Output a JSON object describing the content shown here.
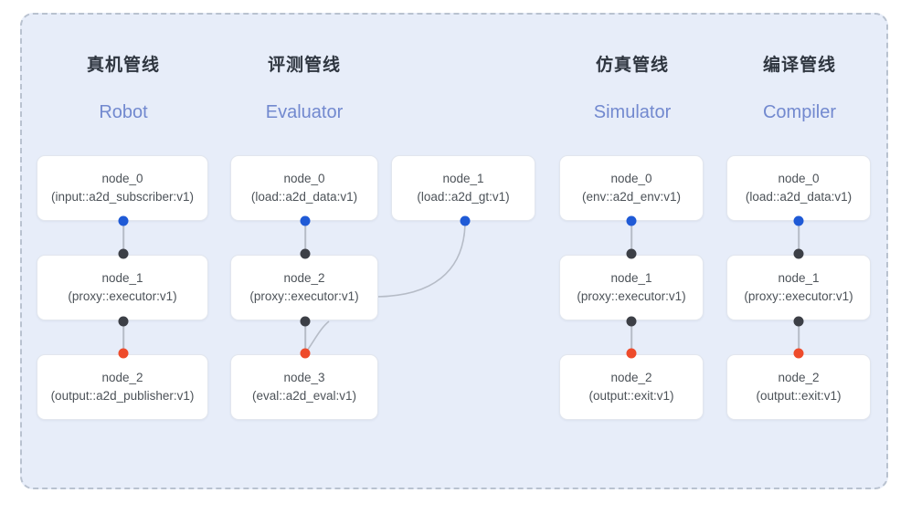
{
  "frame": {
    "background_color": "#e7edf9",
    "border_color": "#b9c2d0",
    "border_style": "dashed"
  },
  "palette": {
    "header_cn_color": "#2f3640",
    "header_en_color": "#7289cf",
    "node_text_color": "#4c5258",
    "node_bg": "#ffffff",
    "node_border": "#e2e6ee",
    "port_in": "#1f5ad6",
    "port_mid": "#3c3f46",
    "port_out": "#ee4b2b",
    "edge_color": "#b6bcc7"
  },
  "columns": [
    {
      "id": "robot",
      "header_cn": "真机管线",
      "header_en": "Robot",
      "nodes": [
        {
          "id": "robot-node-0",
          "title": "node_0",
          "sub": "(input::a2d_subscriber:v1)"
        },
        {
          "id": "robot-node-1",
          "title": "node_1",
          "sub": "(proxy::executor:v1)"
        },
        {
          "id": "robot-node-2",
          "title": "node_2",
          "sub": "(output::a2d_publisher:v1)"
        }
      ]
    },
    {
      "id": "evaluator",
      "header_cn": "评测管线",
      "header_en": "Evaluator",
      "nodes": [
        {
          "id": "eval-node-0",
          "title": "node_0",
          "sub": "(load::a2d_data:v1)"
        },
        {
          "id": "eval-node-1",
          "title": "node_1",
          "sub": "(load::a2d_gt:v1)"
        },
        {
          "id": "eval-node-2",
          "title": "node_2",
          "sub": "(proxy::executor:v1)"
        },
        {
          "id": "eval-node-3",
          "title": "node_3",
          "sub": "(eval::a2d_eval:v1)"
        }
      ]
    },
    {
      "id": "simulator",
      "header_cn": "仿真管线",
      "header_en": "Simulator",
      "nodes": [
        {
          "id": "sim-node-0",
          "title": "node_0",
          "sub": "(env::a2d_env:v1)"
        },
        {
          "id": "sim-node-1",
          "title": "node_1",
          "sub": "(proxy::executor:v1)"
        },
        {
          "id": "sim-node-2",
          "title": "node_2",
          "sub": "(output::exit:v1)"
        }
      ]
    },
    {
      "id": "compiler",
      "header_cn": "编译管线",
      "header_en": "Compiler",
      "nodes": [
        {
          "id": "comp-node-0",
          "title": "node_0",
          "sub": "(load::a2d_data:v1)"
        },
        {
          "id": "comp-node-1",
          "title": "node_1",
          "sub": "(proxy::executor:v1)"
        },
        {
          "id": "comp-node-2",
          "title": "node_2",
          "sub": "(output::exit:v1)"
        }
      ]
    }
  ]
}
